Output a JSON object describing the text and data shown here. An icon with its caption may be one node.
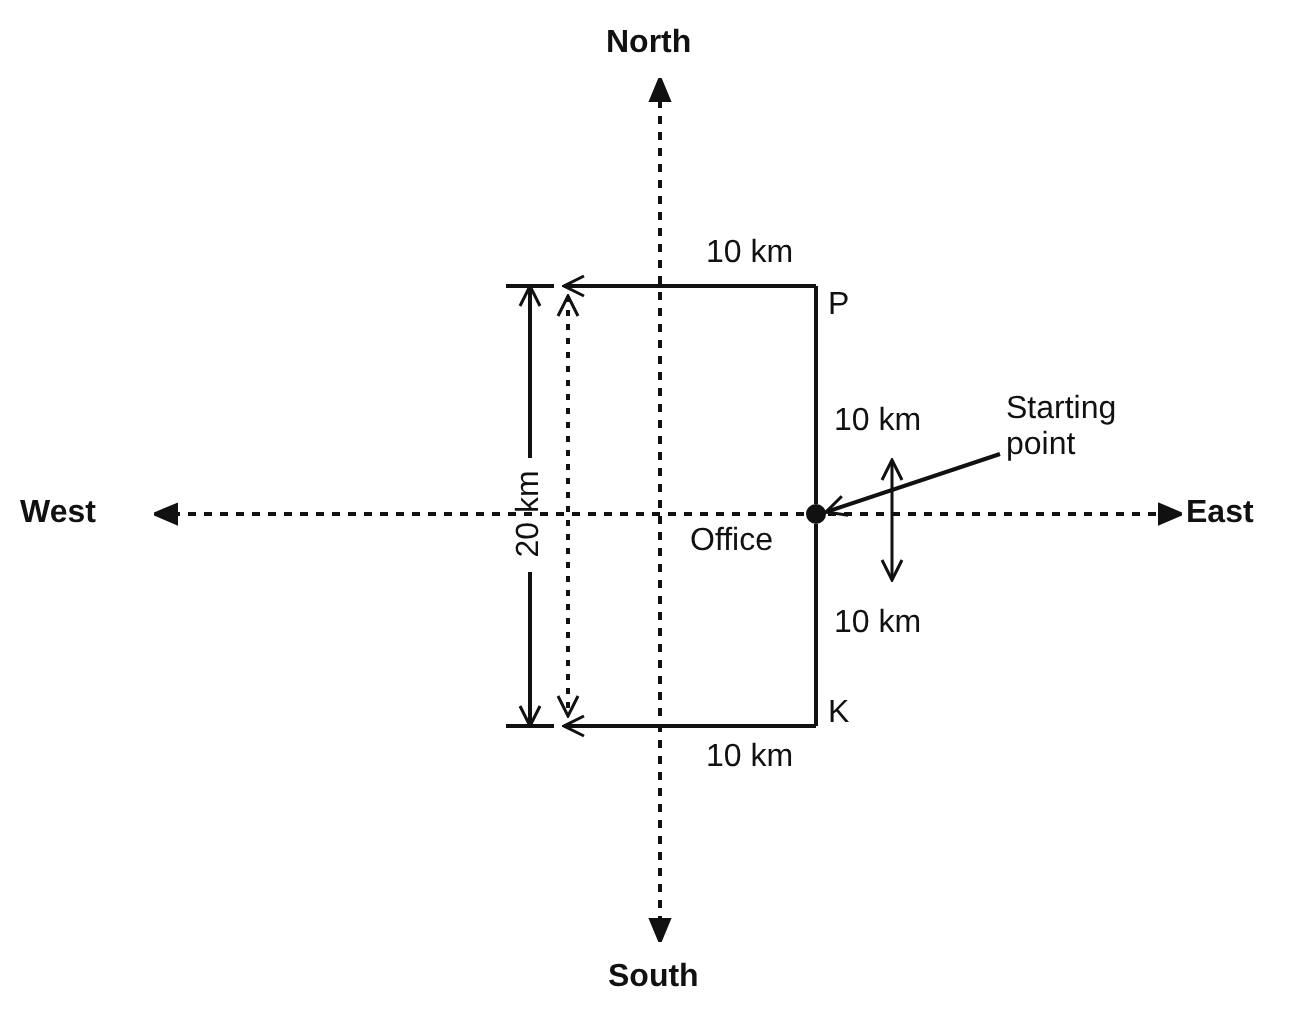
{
  "diagram": {
    "nodes": [
      {
        "text": [
          "North"
        ]
      },
      {
        "text": [
          "South"
        ]
      },
      {
        "text": [
          "West"
        ]
      },
      {
        "text": [
          "East"
        ]
      },
      {
        "text": [],
        "shape": "circle",
        "beside": [
          "Office"
        ]
      },
      {
        "text": [
          "P"
        ]
      },
      {
        "text": [
          "K"
        ]
      },
      {
        "text": [
          "Starting point"
        ]
      }
    ],
    "edges": [
      {
        "from": 1,
        "to": 0,
        "arrow": "both",
        "style": "dashed"
      },
      {
        "from": 2,
        "to": 3,
        "arrow": "both",
        "style": "dashed"
      },
      {
        "from": 4,
        "to": 5,
        "arrow": "none"
      },
      {
        "from": 4,
        "to": 6,
        "arrow": "none"
      },
      {
        "from": 5,
        "to": null,
        "arrow": "to",
        "label": "10 km"
      },
      {
        "from": 6,
        "to": null,
        "arrow": "to",
        "label": "10 km"
      },
      {
        "from": 7,
        "to": 4,
        "arrow": "to"
      }
    ],
    "labels": [
      "10 km",
      "10 km",
      "20 km"
    ]
  }
}
